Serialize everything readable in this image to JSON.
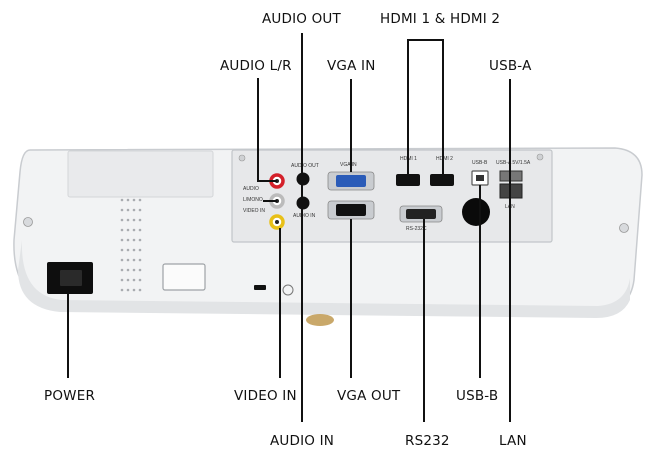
{
  "callouts": {
    "audio_out": "AUDIO OUT",
    "hdmi": "HDMI 1 & HDMI 2",
    "audio_lr": "AUDIO L/R",
    "vga_in": "VGA IN",
    "usb_a": "USB-A",
    "power": "POWER",
    "video_in": "VIDEO IN",
    "vga_out": "VGA OUT",
    "usb_b": "USB-B",
    "audio_in": "AUDIO IN",
    "rs232": "RS232",
    "lan": "LAN"
  },
  "panel_labels": {
    "audio": "AUDIO",
    "lmono": "L/MONO",
    "video_in": "VIDEO IN",
    "audio_out": "AUDIO OUT",
    "audio_in": "AUDIO IN",
    "vga_in": "VGA IN",
    "rs232c": "RS-232C",
    "hdmi1": "HDMI 1",
    "hdmi2": "HDMI 2",
    "usb_b": "USB-B",
    "usb_a": "USB-A 5V/1.5A",
    "lan": "LAN"
  },
  "colors": {
    "leader_line": "#111111",
    "audio_red": "#d4202a",
    "video_yellow": "#e8c018",
    "vga_blue": "#2a5bb8",
    "port_black": "#111111"
  }
}
